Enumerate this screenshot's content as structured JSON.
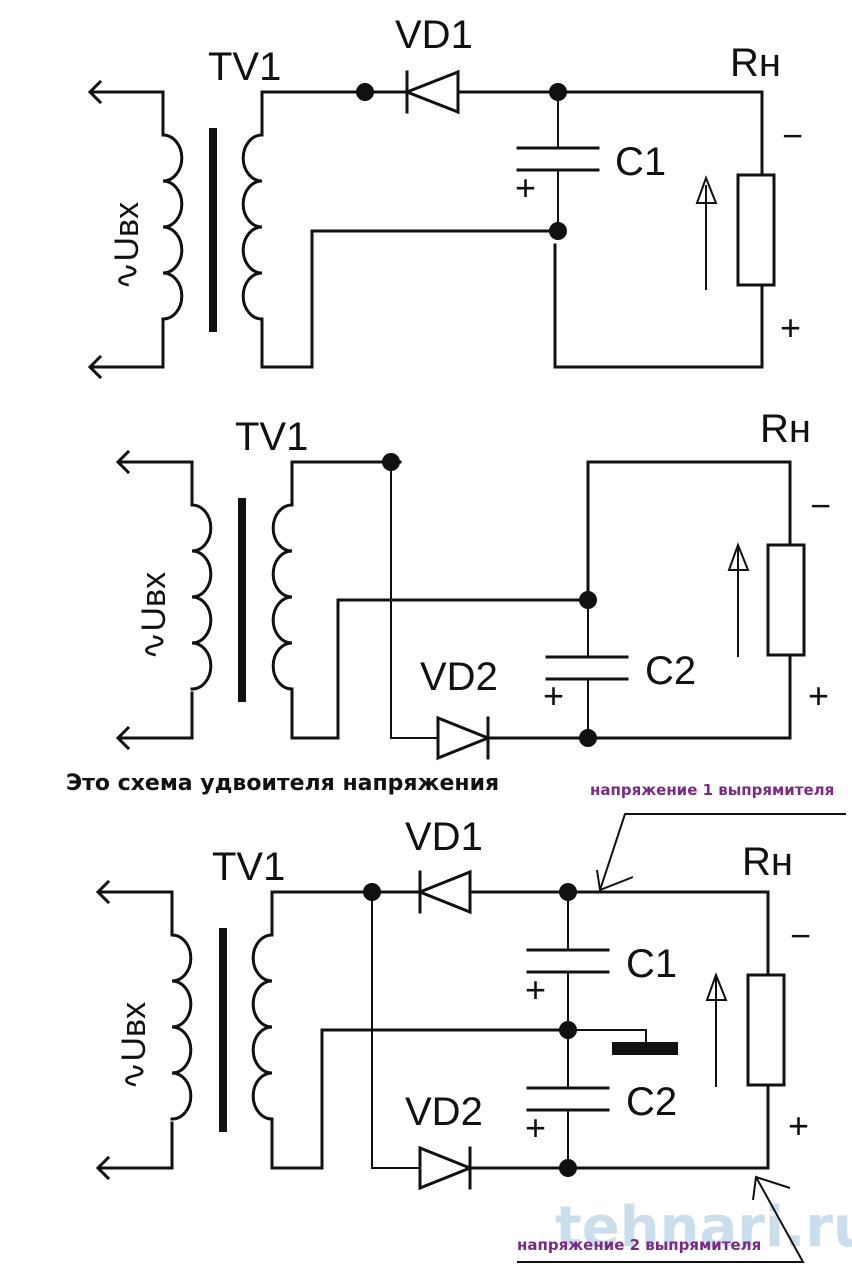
{
  "diagram_1": {
    "transformer": "TV1",
    "input": "∿Uвх",
    "diode": "VD1",
    "capacitor": "C1",
    "cap_polarity": "+",
    "load": "Rн",
    "load_minus": "−",
    "load_plus": "+"
  },
  "diagram_2": {
    "transformer": "TV1",
    "input": "∿Uвх",
    "diode": "VD2",
    "capacitor": "C2",
    "cap_polarity": "+",
    "load": "Rн",
    "load_minus": "−",
    "load_plus": "+"
  },
  "caption": "Это схема удвоителя напряжения",
  "diagram_3": {
    "transformer": "TV1",
    "input": "∿Uвх",
    "diode_top": "VD1",
    "diode_bottom": "VD2",
    "capacitor_top": "C1",
    "capacitor_bottom": "C2",
    "cap1_polarity": "+",
    "cap2_polarity": "+",
    "load": "Rн",
    "load_minus": "−",
    "load_plus": "+",
    "note_top": "напряжение 1  выпрямителя",
    "note_bottom": "напряжение  2 выпрямителя"
  },
  "watermark": "tehnari.ru",
  "colors": {
    "note": "#7a2a84",
    "wire": "#111111",
    "watermark": "#9fc4dd"
  }
}
